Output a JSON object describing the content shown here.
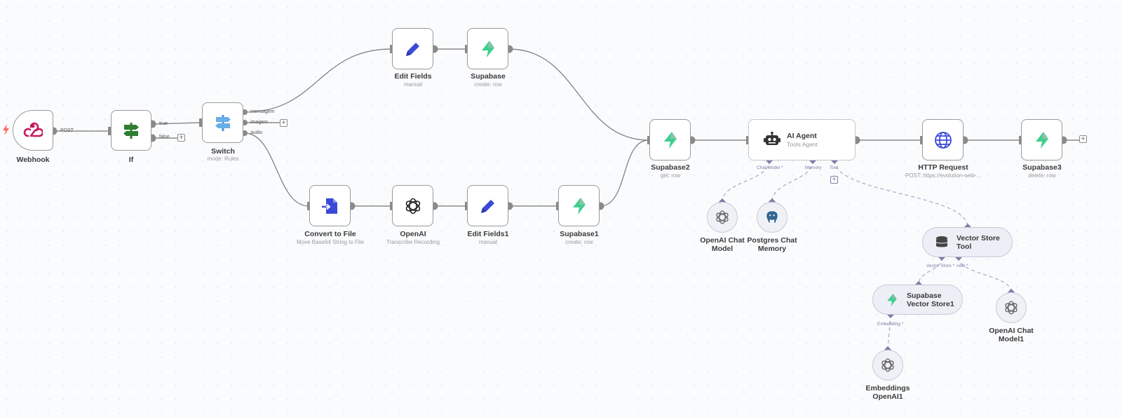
{
  "nodes": {
    "webhook": {
      "title": "Webhook"
    },
    "if": {
      "title": "If",
      "true_label": "true",
      "false_label": "false"
    },
    "switch": {
      "title": "Switch",
      "sub": "mode: Rules",
      "out1": "mensagem",
      "out2": "imagem",
      "out3": "audio"
    },
    "edit_fields": {
      "title": "Edit Fields",
      "sub": "manual"
    },
    "supabase": {
      "title": "Supabase",
      "sub": "create: row"
    },
    "convert": {
      "title": "Convert to File",
      "sub": "Move Base64 String to File"
    },
    "openai": {
      "title": "OpenAI",
      "sub": "Transcribe Recording"
    },
    "edit_fields1": {
      "title": "Edit Fields1",
      "sub": "manual"
    },
    "supabase1": {
      "title": "Supabase1",
      "sub": "create: row"
    },
    "supabase2": {
      "title": "Supabase2",
      "sub": "get: row"
    },
    "ai_agent": {
      "title": "AI Agent",
      "sub": "Tools Agent",
      "port_chat": "Chat Model *",
      "port_memory": "Memory",
      "port_tool": "Tool"
    },
    "http": {
      "title": "HTTP Request",
      "sub": "POST: https://evolution-web-..."
    },
    "supabase3": {
      "title": "Supabase3",
      "sub": "delete: row"
    },
    "openai_chat": {
      "line1": "OpenAI Chat",
      "line2": "Model"
    },
    "postgres": {
      "line1": "Postgres Chat",
      "line2": "Memory"
    },
    "vector_tool": {
      "line1": "Vector Store",
      "line2": "Tool",
      "port_store": "Vector Store *",
      "port_model": "odel *"
    },
    "supabase_vs": {
      "line1": "Supabase",
      "line2": "Vector Store1",
      "port_emb": "Embedding *"
    },
    "openai_chat1": {
      "line1": "OpenAI Chat",
      "line2": "Model1"
    },
    "embeddings": {
      "line1": "Embeddings",
      "line2": "OpenAI1"
    }
  },
  "webhook_method": "POST",
  "plus_glyph": "+",
  "icons": {
    "webhook": "webhook-icon",
    "if": "signpost-icon",
    "switch": "signpost-icon",
    "edit_fields": "pencil-icon",
    "supabase": "supabase-bolt-icon",
    "convert": "file-convert-icon",
    "openai": "openai-logo-icon",
    "ai_agent": "robot-icon",
    "http": "globe-icon",
    "postgres": "postgres-elephant-icon",
    "vector_tool": "database-icon",
    "trigger": "lightning-icon"
  },
  "colors": {
    "edge": "#8a8a8a",
    "sub_edge": "#a5a9c8",
    "port_sub": "#7a7fa6",
    "supabase_green": "#3ecf8e",
    "if_green": "#2e7d32",
    "switch_blue": "#4a90e2",
    "edit_blue": "#3b4ad6",
    "trigger_red": "#ff6d5a",
    "webhook_pink": "#c4185d"
  }
}
